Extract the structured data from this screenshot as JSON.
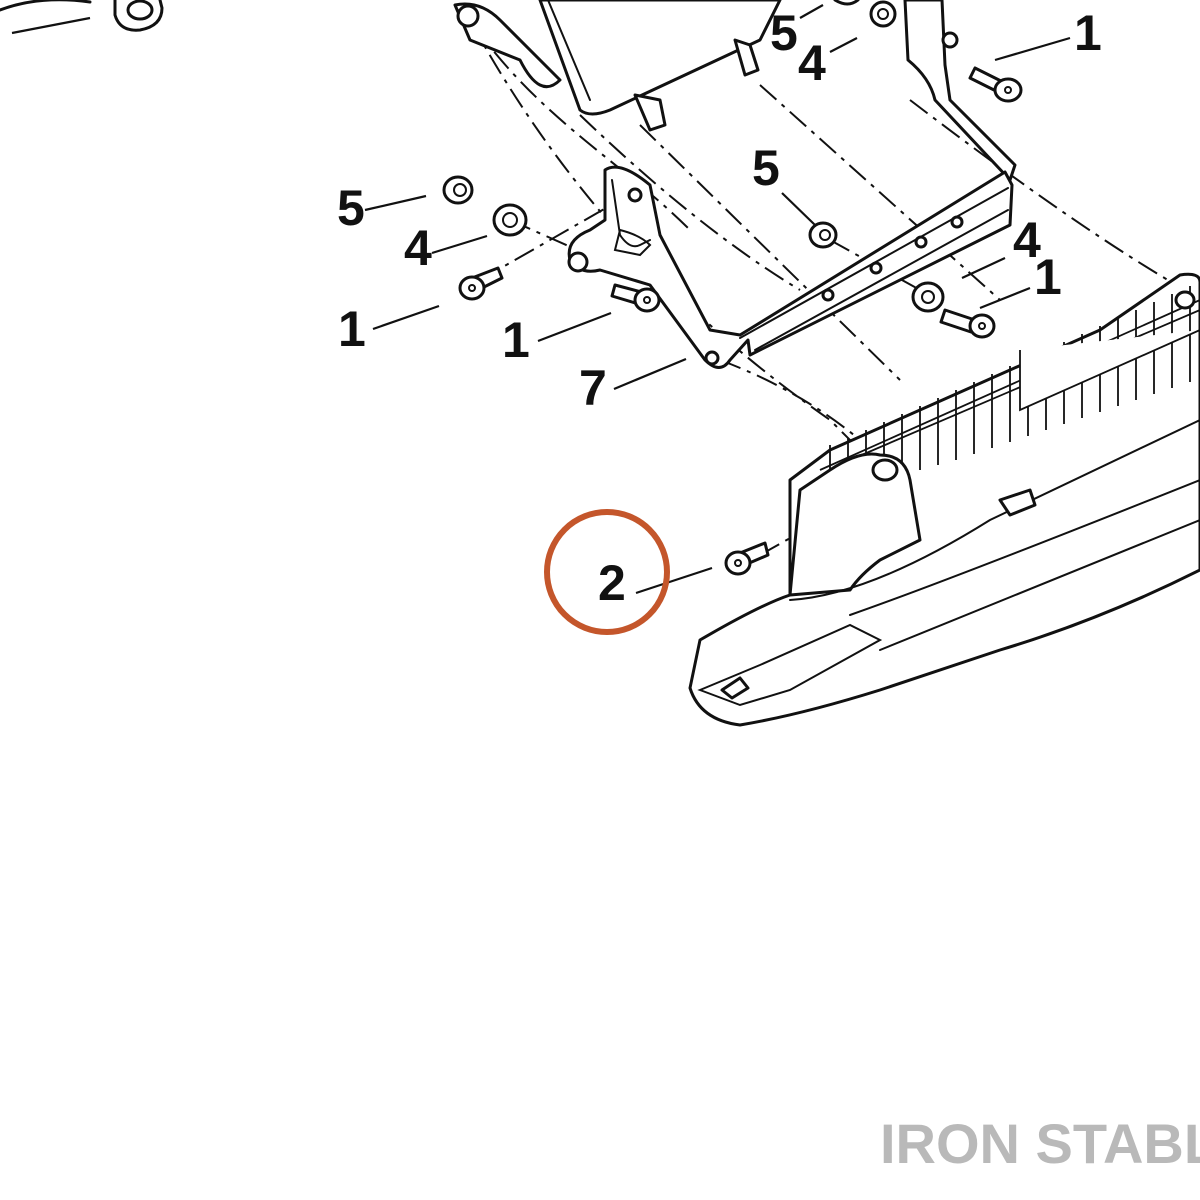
{
  "callouts": {
    "c1_top_right": "1",
    "c5_top": "5",
    "c4_top": "4",
    "c5_mid": "5",
    "c5_left": "5",
    "c4_left": "4",
    "c1_left": "1",
    "c1_mid": "1",
    "c7": "7",
    "c4_right": "4",
    "c1_right": "1",
    "c2": "2"
  },
  "highlight": {
    "part": "2",
    "color": "#c4562b"
  },
  "watermark": "IRON STABLE",
  "colors": {
    "line": "#111111",
    "watermark": "#b9b9b9",
    "background": "#ffffff"
  }
}
